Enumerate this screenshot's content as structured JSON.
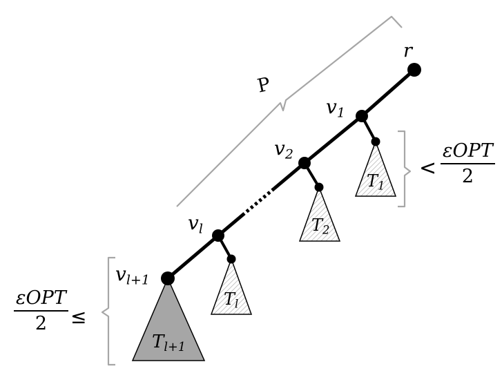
{
  "labels": {
    "root": "r",
    "path": "P",
    "v": "v",
    "v1_sub": "1",
    "v2_sub": "2",
    "vl_sub": "l",
    "vl1_sub": "l+1",
    "T": "T",
    "T1_sub": "1",
    "T2_sub": "2",
    "Tl_sub": "l",
    "Tl1_sub": "l+1"
  },
  "bounds": {
    "upper": {
      "relation": "<",
      "numerator": "εOPT",
      "denominator": "2"
    },
    "lower": {
      "relation": "≤",
      "numerator": "εOPT",
      "denominator": "2"
    }
  },
  "colors": {
    "line": "#000000",
    "bracket": "#a6a6a6",
    "heavy_subtree_fill": "#a6a6a6",
    "light_subtree_fill": "#f2f2f2"
  }
}
